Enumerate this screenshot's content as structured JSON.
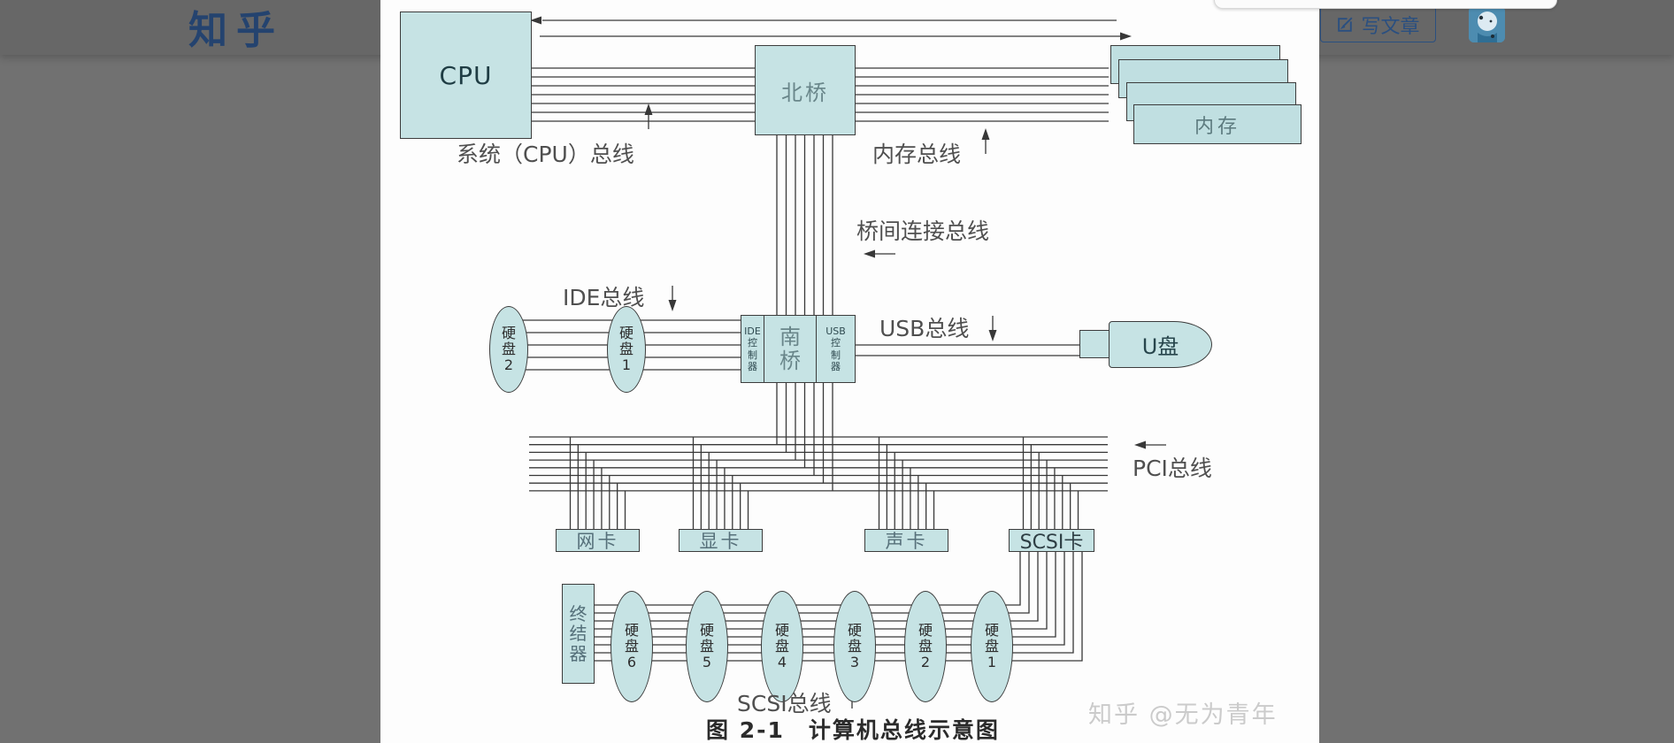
{
  "topbar": {
    "logo": "知乎",
    "write_button": "写文章"
  },
  "diagram": {
    "boxes": {
      "cpu": "CPU",
      "north_bridge": "北桥",
      "memory": "内存",
      "south_bridge": "南\n桥",
      "ide_controller": "IDE\n控\n制\n器",
      "usb_controller": "USB\n控\n制\n器",
      "usb_drive": "U盘",
      "nic": "网卡",
      "gpu": "显卡",
      "sound_card": "声卡",
      "scsi_card": "SCSI卡",
      "terminator": "终\n结\n器",
      "ide_disk_2": "硬\n盘\n2",
      "ide_disk_1": "硬\n盘\n1"
    },
    "scsi_disks": [
      "硬\n盘\n6",
      "硬\n盘\n5",
      "硬\n盘\n4",
      "硬\n盘\n3",
      "硬\n盘\n2",
      "硬\n盘\n1"
    ],
    "bus_labels": {
      "system": "系统（CPU）总线",
      "memory": "内存总线",
      "bridge": "桥间连接总线",
      "ide": "IDE总线",
      "usb": "USB总线",
      "pci": "PCI总线",
      "scsi": "SCSI总线"
    },
    "caption": "图 2-1　计算机总线示意图",
    "watermark": "知乎 @无为青年"
  },
  "colors": {
    "brand_blue": "#2a4f80",
    "box_fill": "#c6e3e4",
    "diagram_line": "#383838",
    "overlay_gray": "#717171",
    "watermark_gray": "#cbcbcb"
  }
}
